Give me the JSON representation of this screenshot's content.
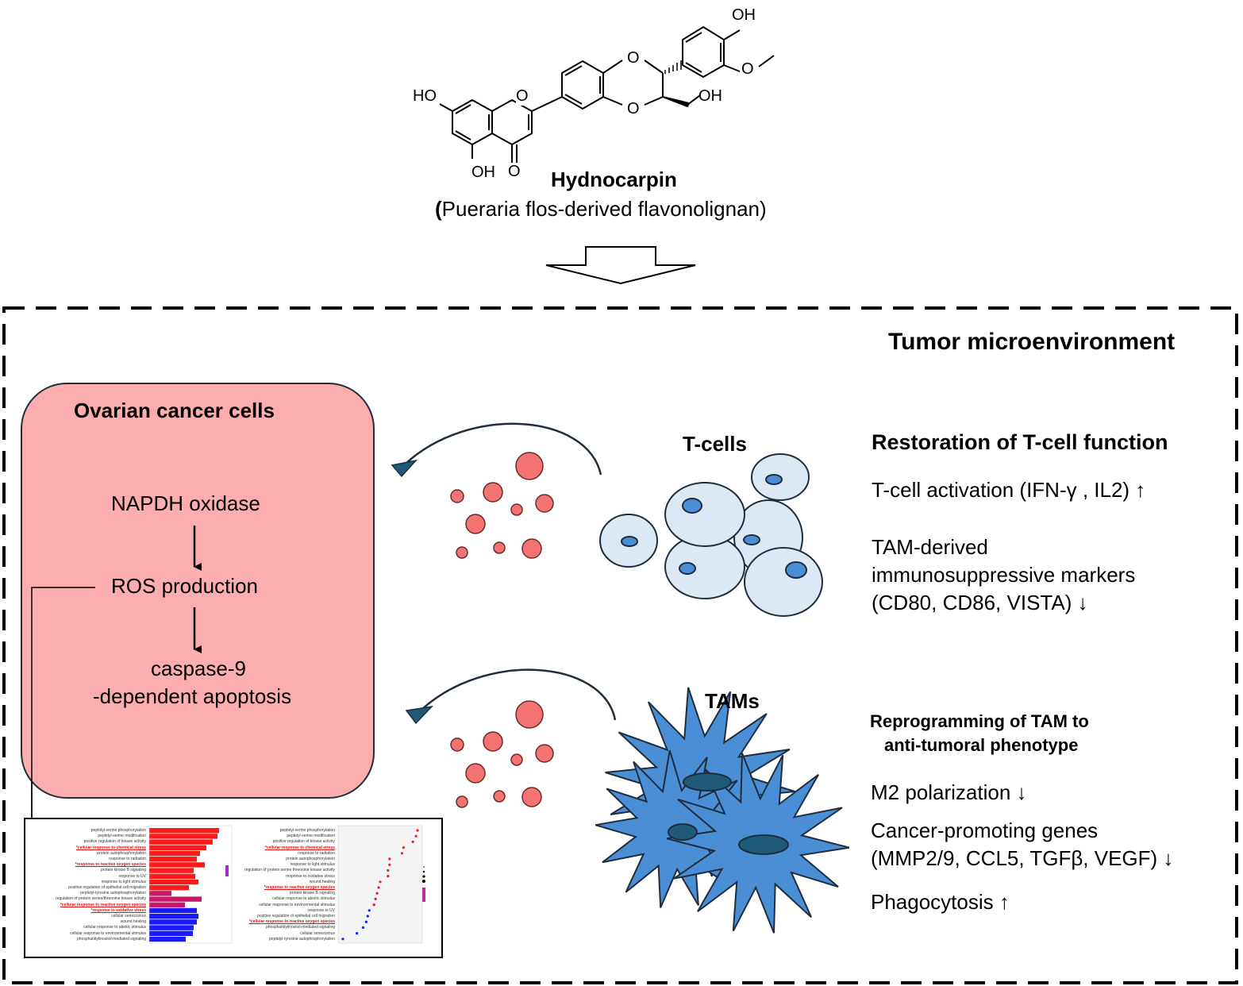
{
  "compound": {
    "name": "Hydnocarpin",
    "source": "Pueraria flos-derived flavonolignan",
    "paren_open": "(",
    "atoms": {
      "oh_top": "OH",
      "methoxy_o": "O",
      "ho_left": "HO",
      "ring_o1": "O",
      "ring_o2": "O",
      "ring_o3": "O",
      "ch2oh": "OH",
      "oh_bottom": "OH",
      "keto_o": "O"
    }
  },
  "tme": {
    "title": "Tumor microenvironment"
  },
  "cancer": {
    "title": "Ovarian cancer cells",
    "steps": [
      "NAPDH oxidase",
      "ROS production",
      "caspase-9",
      "-dependent apoptosis"
    ]
  },
  "tcells": {
    "label": "T-cells",
    "heading": "Restoration of T-cell function",
    "line1": "T-cell activation (IFN-γ , IL2) ↑",
    "line2a": "TAM-derived",
    "line2b": "immunosuppressive markers",
    "line2c": "(CD80, CD86, VISTA) ↓"
  },
  "tams": {
    "label": "TAMs",
    "heading1": "Reprogramming of TAM to",
    "heading2": "anti-tumoral phenotype",
    "line1": "M2 polarization ↓",
    "line2a": "Cancer-promoting genes",
    "line2b": "(MMP2/9,  CCL5, TGFβ, VEGF) ↓",
    "line3": "Phagocytosis ↑"
  },
  "colors": {
    "cancer_fill": "#fcaeae",
    "droplet": "#f47373",
    "tcell_fill": "#dce9f5",
    "tcell_nucleus": "#4a8ed6",
    "tam_fill": "#4a8ed6",
    "tam_nucleus": "#1f5a78",
    "arrowhead": "#1f5a78",
    "bar_red": "#ff1a1a",
    "bar_blue": "#1a1aff"
  },
  "go_terms": {
    "bar_chart": {
      "terms": [
        "peptidyl-serine phosphorylation",
        "peptidyl-serine modification",
        "positive regulation of kinase activity",
        "*cellular response to chemical stress",
        "protein autophosphorylation",
        "response to radiation",
        "*response to reactive oxygen species",
        "protein kinase B signaling",
        "response to UV",
        "response to light stimulus",
        "positive regulation of epithelial cell migration",
        "peptidyl-tyrosine autophosphorylation",
        "regulation of protein serine/threonine kinase activity",
        "*cellular response to reactive oxygen species",
        "*response to oxidative stress",
        "cellular senescence",
        "wound healing",
        "cellular response to abiotic stimulus",
        "cellular response to environmental stimulus",
        "phosphatidylinositol-mediated signaling"
      ],
      "values": [
        88,
        86,
        80,
        72,
        64,
        60,
        70,
        56,
        58,
        62,
        50,
        28,
        66,
        45,
        60,
        62,
        60,
        56,
        55,
        46
      ],
      "highlight": [
        false,
        false,
        false,
        true,
        false,
        false,
        true,
        false,
        false,
        false,
        false,
        false,
        false,
        true,
        true,
        false,
        false,
        false,
        false,
        false
      ]
    },
    "dot_chart": {
      "terms": [
        "peptidyl-serine phosphorylation",
        "peptidyl-serine modification",
        "positive regulation of kinase activity",
        "*cellular response to chemical stress",
        "response to radiation",
        "protein autophosphorylation",
        "response to light stimulus",
        "regulation of protein serine threonine kinase activity",
        "response to oxidative stress",
        "wound healing",
        "*response to reactive oxygen species",
        "protein kinase B signaling",
        "cellular response to abiotic stimulus",
        "cellular response to environmental stimulus",
        "response to UV",
        "positive regulation of epithelial cell migration",
        "*cellular response to reactive oxygen species",
        "phosphatidylinositol-mediated signaling",
        "cellular senescence",
        "peptidyl-tyrosine autophosphorylation"
      ],
      "values": [
        98,
        96,
        92,
        80,
        78,
        62,
        62,
        60,
        60,
        50,
        48,
        46,
        44,
        42,
        36,
        34,
        32,
        28,
        20,
        2
      ],
      "highlight": [
        false,
        false,
        false,
        true,
        false,
        false,
        false,
        false,
        false,
        false,
        true,
        false,
        false,
        false,
        false,
        false,
        true,
        false,
        false,
        false
      ]
    }
  }
}
